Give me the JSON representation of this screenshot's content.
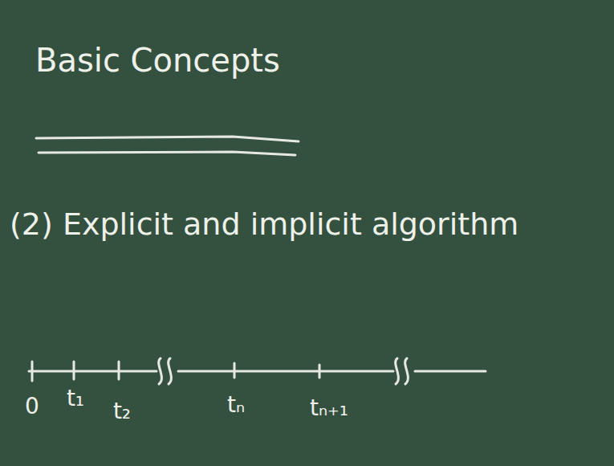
{
  "diagram": {
    "title": "Basic Concepts",
    "labels": [
      "(2) Explicit and implicit algorithm",
      "0",
      "t₁",
      "t₂",
      "tₙ",
      "tₙ₊₁"
    ]
  }
}
